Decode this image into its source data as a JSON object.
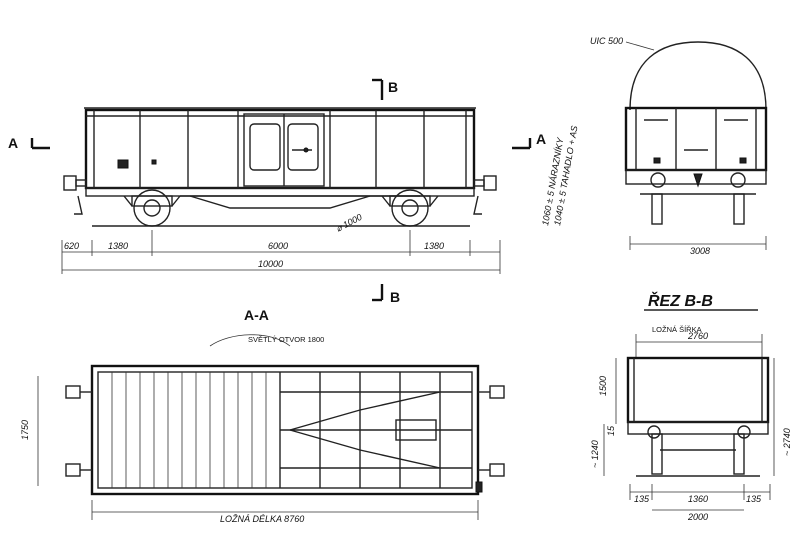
{
  "labels": {
    "section_a": "A",
    "section_a_right": "A",
    "section_b": "B",
    "section_b_lower": "B",
    "view_aa": "A-A",
    "view_bb": "ŘEZ B-B",
    "uic": "UIC 500",
    "wheel": "⌀ 1000",
    "nar": "1060 ± 5  NÁRAZNÍKY",
    "tah": "1040 ± 5  TAHADLO + AS",
    "svetly": "SVĚTLÝ OTVOR 1800",
    "lozna_delka": "LOŽNÁ DÉLKA  8760",
    "lozna_sirka": "LOŽNÁ ŠÍŘKA"
  },
  "dims": {
    "d620": "620",
    "d1380a": "1380",
    "d6000": "6000",
    "d1380b": "1380",
    "d10000": "10000",
    "d3008": "3008",
    "d2760": "2760",
    "d1500": "1500",
    "d1750": "1750",
    "d1240": "~ 1240",
    "d2740": "~ 2740",
    "d135a": "135",
    "d1360": "1360",
    "d135b": "135",
    "d2000": "2000",
    "d15": "15"
  }
}
